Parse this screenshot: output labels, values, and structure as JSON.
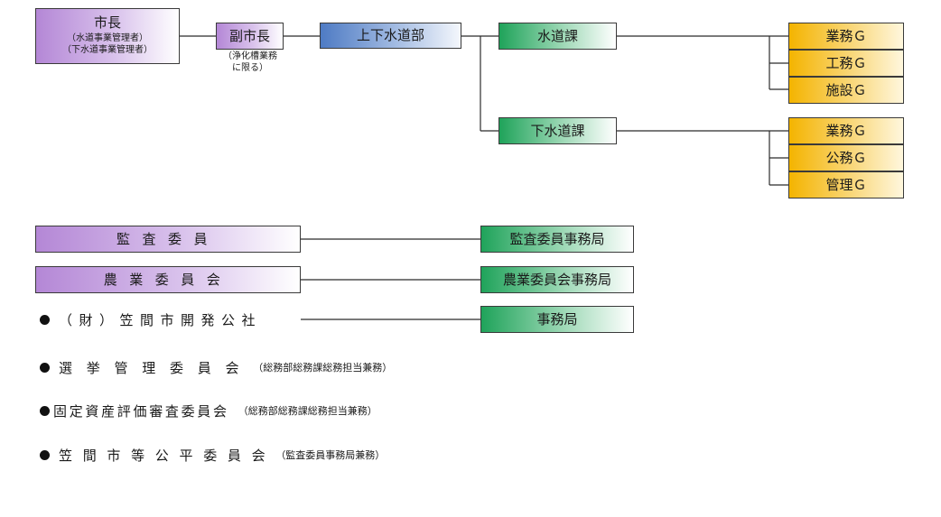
{
  "mayor": {
    "title": "市長",
    "sub1": "（水道事業管理者）",
    "sub2": "（下水道事業管理者）"
  },
  "vice_mayor": {
    "title": "副市長",
    "note1": "（浄化槽業務",
    "note2": "に限る）"
  },
  "department": "上下水道部",
  "water_section": {
    "label": "水道課",
    "groups": [
      "業務Ｇ",
      "工務Ｇ",
      "施設Ｇ"
    ]
  },
  "sewer_section": {
    "label": "下水道課",
    "groups": [
      "業務Ｇ",
      "公務Ｇ",
      "管理Ｇ"
    ]
  },
  "audit": {
    "label": "監査委員",
    "office": "監査委員事務局"
  },
  "agriculture": {
    "label": "農業委員会",
    "office": "農業委員会事務局"
  },
  "corporation": {
    "label": "（財）笠間市開発公社",
    "office": "事務局"
  },
  "bulleted": [
    {
      "label": "選挙管理委員会",
      "note": "（総務部総務課総務担当兼務）"
    },
    {
      "label": "固定資産評価審査委員会",
      "note": "（総務部総務課総務担当兼務）"
    },
    {
      "label": "笠間市等公平委員会",
      "note": "（監査委員事務局兼務）"
    }
  ],
  "colors": {
    "executive": "#b487d6",
    "department": "#4e7bc4",
    "section": "#1fa35a",
    "group": "#f4b400"
  }
}
